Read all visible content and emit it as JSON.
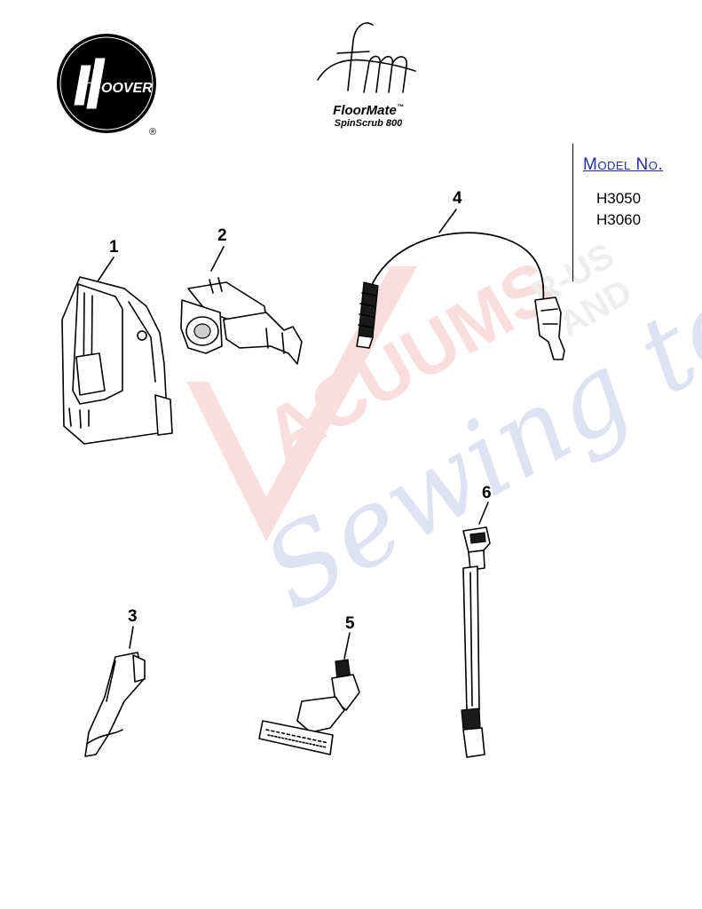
{
  "brand": {
    "hoover_logo_text": "HOOVER",
    "registered_mark": "®",
    "floormate_line1": "FloorMate",
    "floormate_line2": "SpinScrub 800",
    "trademark": "™"
  },
  "model": {
    "title": "Model No.",
    "numbers": [
      "H3050",
      "H3060"
    ]
  },
  "callouts": [
    "1",
    "2",
    "3",
    "4",
    "5",
    "6"
  ],
  "watermark": {
    "line1": "VACUUMS",
    "line2": "R-US",
    "line3": "AND",
    "line4": "Sewing too",
    "colors": {
      "red": "#e63a3a",
      "blue": "#3b4fb0"
    }
  }
}
